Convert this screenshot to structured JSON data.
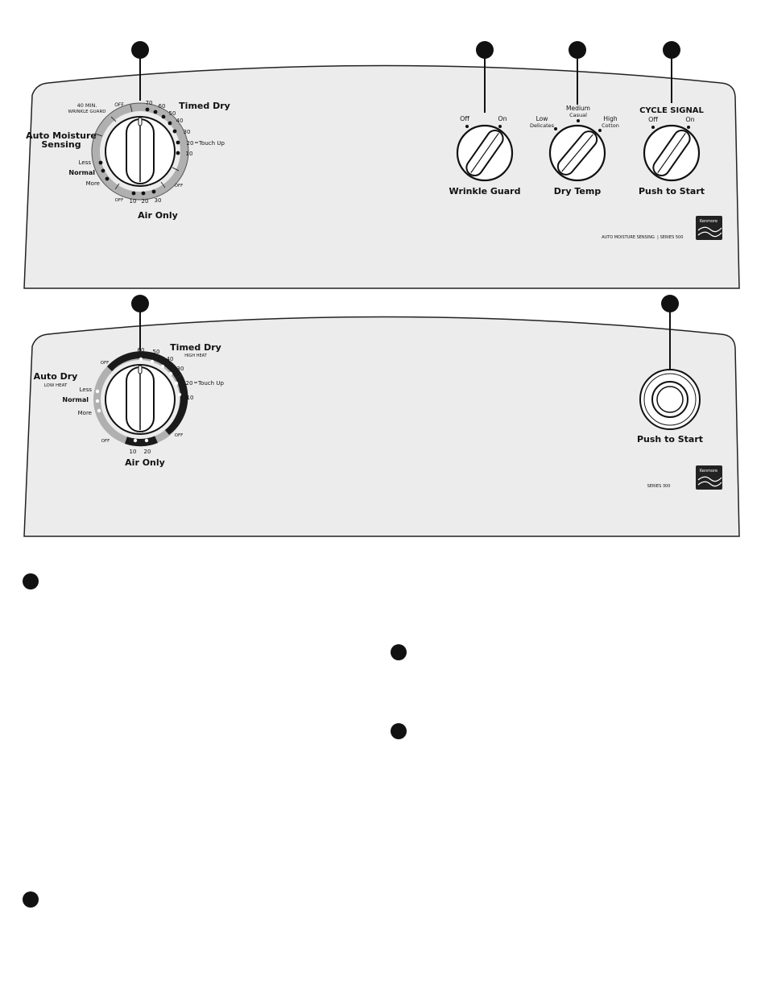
{
  "panel_500": {
    "dial": {
      "label_40min": "40 MIN.",
      "label_wrinkle_guard": "WRINKLE GUARD",
      "auto_moisture_line1": "Auto Moisture",
      "auto_moisture_line2": "Sensing",
      "less": "Less",
      "normal": "Normal",
      "more": "More",
      "off_top": "OFF",
      "off_bottom_left": "OFF",
      "off_bottom_right": "OFF",
      "timed_dry": "Timed Dry",
      "t70": "70",
      "t60": "60",
      "t50": "50",
      "t40": "40",
      "t30": "30",
      "t20": "20",
      "touch_up": "Touch Up",
      "t10": "10",
      "air10": "10",
      "air20": "20",
      "air30": "30",
      "air_only": "Air Only"
    },
    "wrinkle_guard": {
      "off": "Off",
      "on": "On",
      "label": "Wrinkle Guard"
    },
    "dry_temp": {
      "low": "Low",
      "delicates": "Delicates",
      "medium": "Medium",
      "casual": "Casual",
      "high": "High",
      "cotton": "Cotton",
      "label": "Dry Temp"
    },
    "cycle_signal": {
      "title": "CYCLE SIGNAL",
      "off": "Off",
      "on": "On",
      "label": "Push to Start"
    },
    "footer": {
      "model_text": "AUTO MOISTURE SENSING",
      "series": "SERIES 500",
      "logo": "Kenmore"
    }
  },
  "panel_300": {
    "dial": {
      "off_top": "OFF",
      "auto_dry": "Auto Dry",
      "low_heat": "LOW HEAT",
      "less": "Less",
      "normal": "Normal",
      "more": "More",
      "off_bottom_left": "OFF",
      "off_bottom_right": "OFF",
      "timed_dry": "Timed Dry",
      "high_heat": "HIGH HEAT",
      "t60": "60",
      "t50": "50",
      "t40": "40",
      "t30": "30",
      "t20": "20",
      "touch_up": "Touch Up",
      "t10": "10",
      "air10": "10",
      "air20": "20",
      "air_only": "Air Only"
    },
    "push_to_start": "Push to Start",
    "footer": {
      "series": "SERIES 300",
      "logo": "Kenmore"
    }
  },
  "colors": {
    "ring_gray": "#b0b0b0",
    "ring_dark": "#1a1a1a",
    "panel_fill": "#ececec",
    "callout": "#111111"
  }
}
